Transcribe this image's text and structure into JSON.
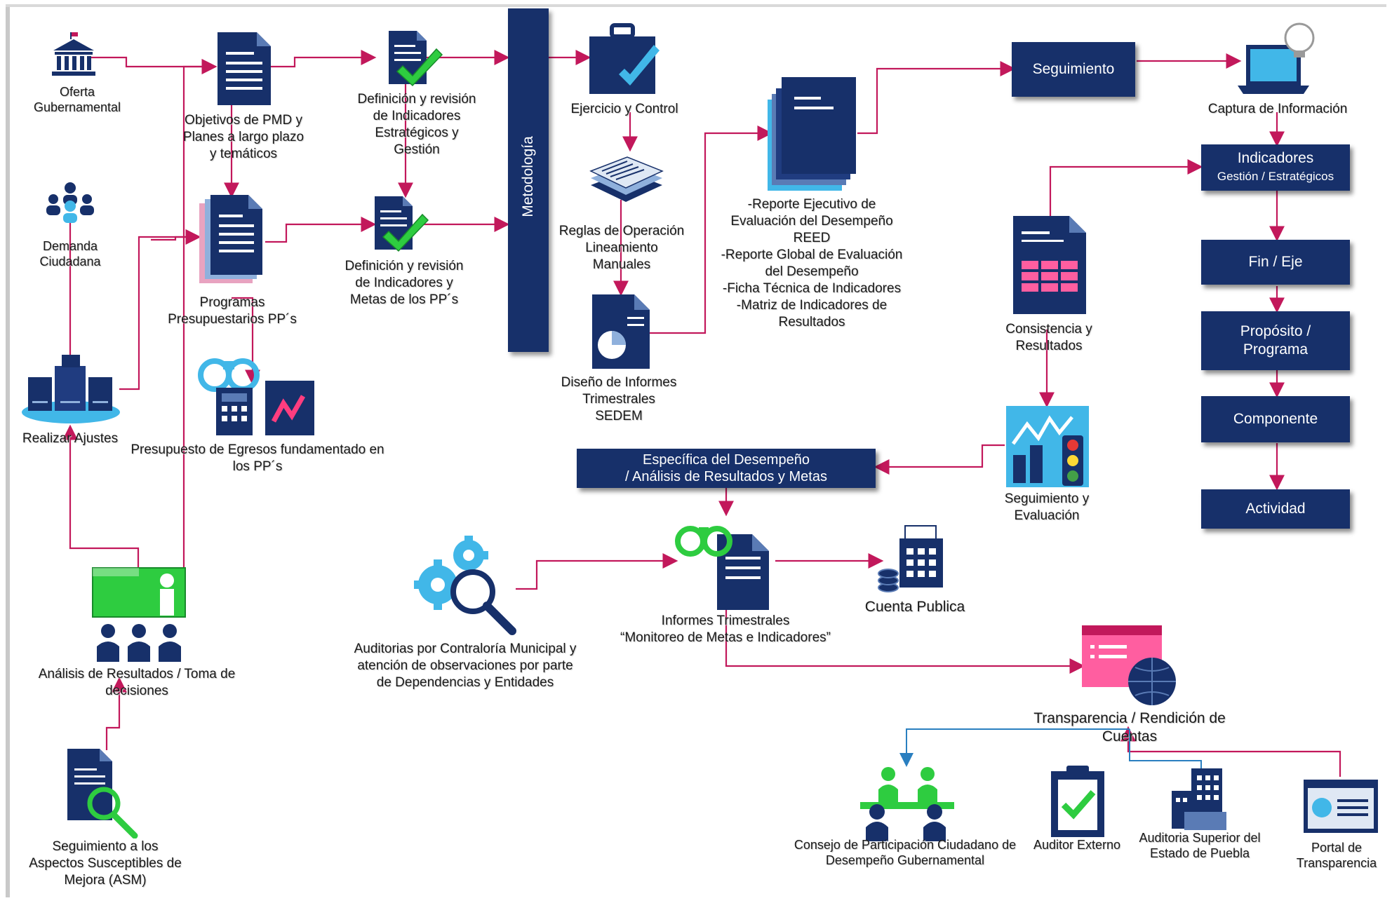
{
  "colors": {
    "navy": "#17306a",
    "line": "#c2185b",
    "blue_line": "#2a7fc0",
    "green": "#2ecc40",
    "cyan": "#41b7e8"
  },
  "nodes": {
    "oferta": "Oferta\nGubernamental",
    "objetivos": "Objetivos de PMD y\nPlanes a largo plazo\ny temáticos",
    "def_estrategicos": "Definición y revisión\nde Indicadores\nEstratégicos y\nGestión",
    "demanda": "Demanda\nCiudadana",
    "programas": "Programas\nPresupuestarios PP´s",
    "def_metas": "Definición y revisión\nde Indicadores y\nMetas de los PP´s",
    "metodologia": "Metodología",
    "ejercicio": "Ejercicio y Control",
    "reglas": "Reglas de Operación\nLineamiento\nManuales",
    "diseno": "Diseño de Informes\nTrimestrales\nSEDEM",
    "reportes": "-Reporte Ejecutivo de\nEvaluación del Desempeño\nREED\n-Reporte Global de Evaluación\ndel Desempeño\n-Ficha Técnica de Indicadores\n-Matriz de Indicadores de\nResultados",
    "realizar": "Realizar Ajustes",
    "presupuesto": "Presupuesto de Egresos fundamentado en\nlos PP´s",
    "seguimiento_box": "Seguimiento",
    "captura": "Captura de Información",
    "indicadores_title": "Indicadores",
    "indicadores_sub": "Gestión / Estratégicos",
    "fin": "Fin / Eje",
    "proposito": "Propósito /\nPrograma",
    "componente": "Componente",
    "actividad": "Actividad",
    "consistencia": "Consistencia y\nResultados",
    "seg_eval": "Seguimiento y\nEvaluación",
    "especifica": "Específica del Desempeño\n/ Análisis de Resultados y Metas",
    "analisis": "Análisis de Resultados / Toma de\ndecisiones",
    "auditorias": "Auditorias por Contraloría Municipal y\natención de observaciones por parte\nde Dependencias y Entidades",
    "informes": "Informes Trimestrales\n“Monitoreo de Metas e Indicadores”",
    "cuenta": "Cuenta Publica",
    "transparencia": "Transparencia / Rendición de\nCuentas",
    "asm": "Seguimiento a los\nAspectos Susceptibles de\nMejora (ASM)",
    "consejo": "Consejo de Participación Ciudadano de\nDesempeño Gubernamental",
    "auditor": "Auditor Externo",
    "auditoria_sup": "Auditoria Superior del\nEstado de Puebla",
    "portal": "Portal de\nTransparencia"
  }
}
